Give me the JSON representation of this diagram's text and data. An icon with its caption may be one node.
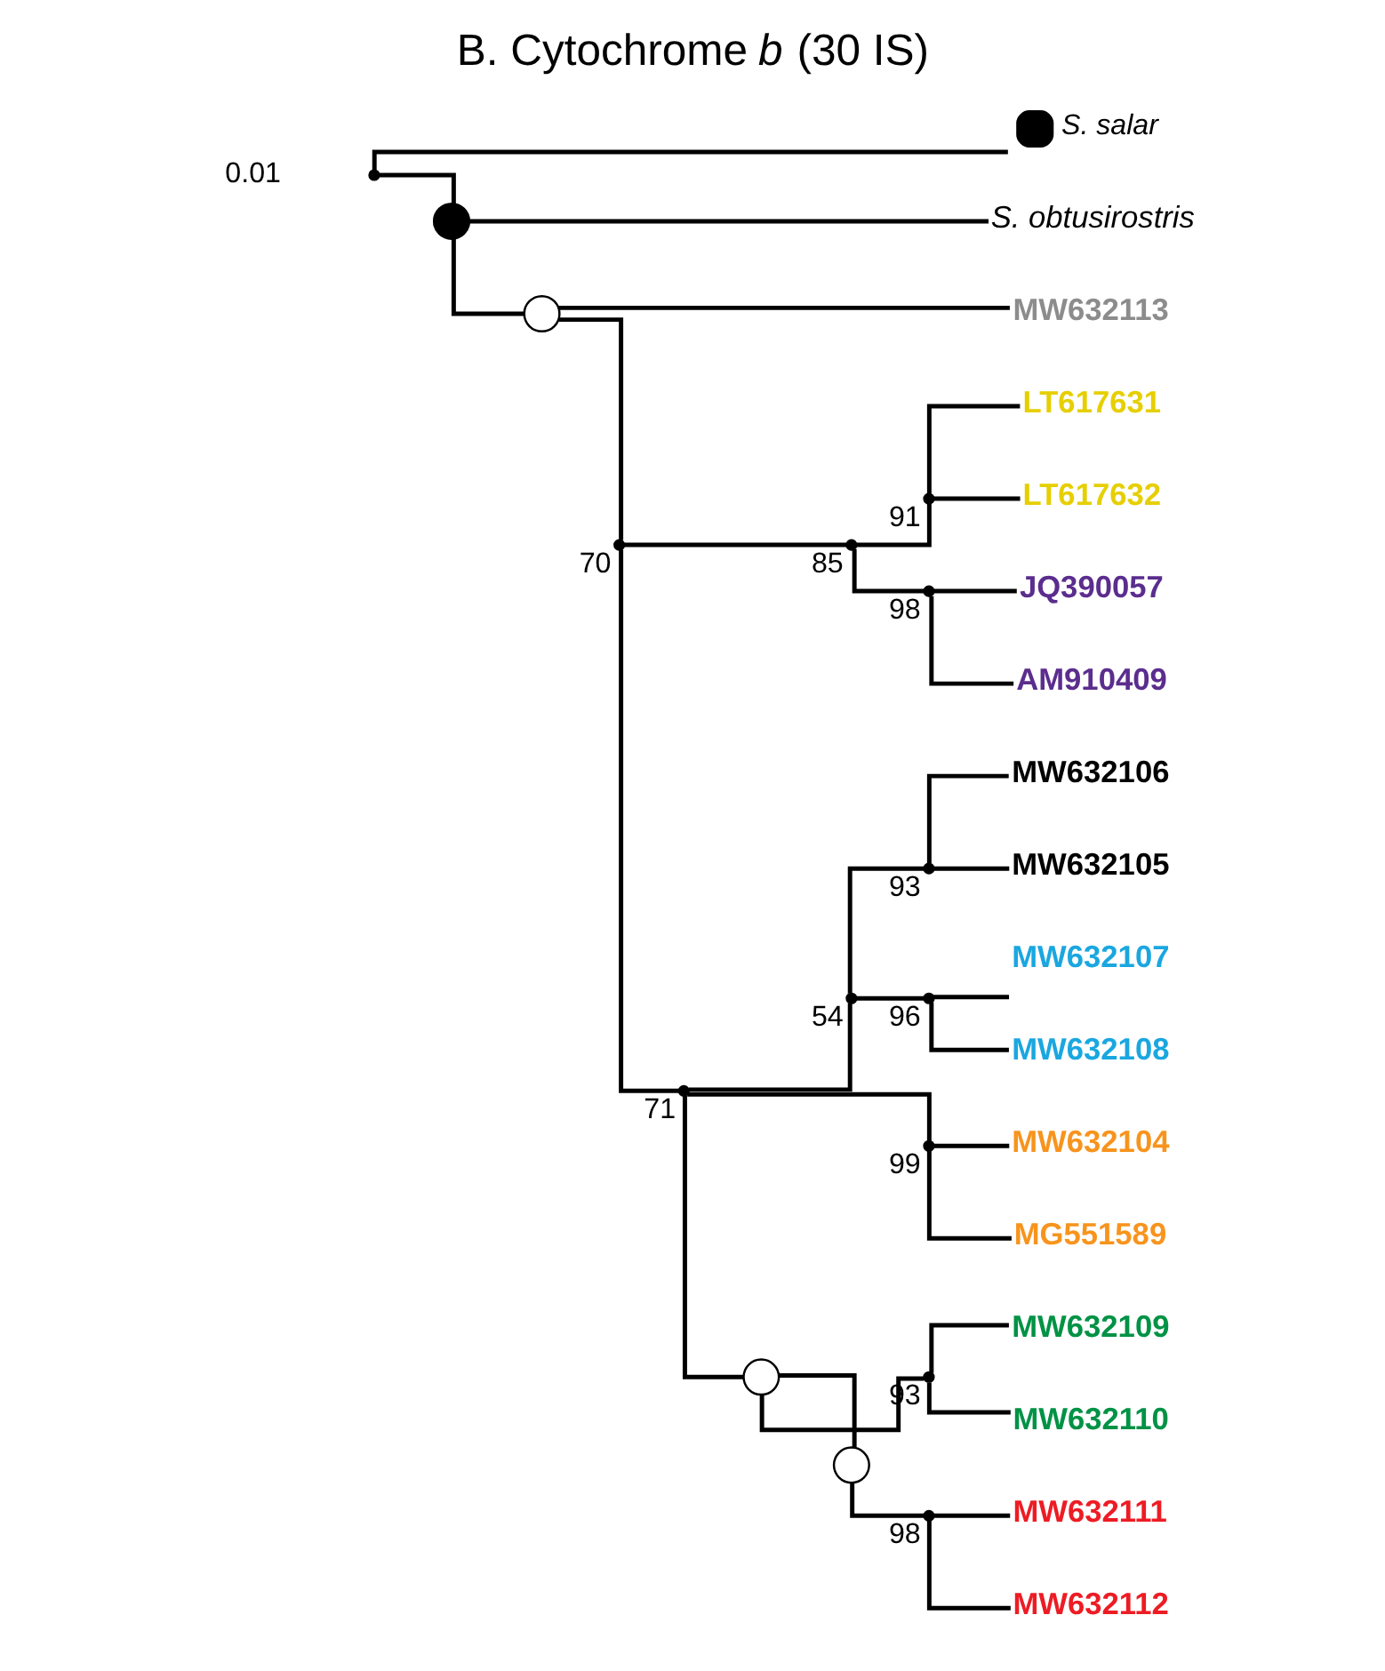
{
  "diagram": {
    "title": "B. Cytochrome *b* (30 IS)",
    "nodes": [
      {
        "text": [],
        "shape": "point"
      },
      {
        "text": [],
        "shape": "dot",
        "beside": [
          "S. salar"
        ]
      },
      {
        "text": [],
        "shape": "dot"
      },
      {
        "text": [
          "S. obtusirostris"
        ]
      },
      {
        "text": [],
        "shape": "circle"
      },
      {
        "text": [
          "MW632113"
        ]
      },
      {
        "text": [],
        "shape": "point",
        "beside": [
          "70"
        ]
      },
      {
        "text": [],
        "shape": "point",
        "beside": [
          "85"
        ]
      },
      {
        "text": [],
        "shape": "point",
        "beside": [
          "91"
        ]
      },
      {
        "text": [
          "LT617631"
        ]
      },
      {
        "text": [
          "LT617632"
        ]
      },
      {
        "text": [],
        "shape": "point",
        "beside": [
          "98"
        ]
      },
      {
        "text": [
          "JQ390057"
        ]
      },
      {
        "text": [
          "AM910409"
        ]
      },
      {
        "text": [],
        "shape": "point",
        "beside": [
          "71"
        ]
      },
      {
        "text": [],
        "shape": "point",
        "beside": [
          "54"
        ]
      },
      {
        "text": [],
        "shape": "point",
        "beside": [
          "93"
        ]
      },
      {
        "text": [
          "MW632106"
        ]
      },
      {
        "text": [
          "MW632105"
        ]
      },
      {
        "text": [],
        "shape": "point",
        "beside": [
          "96"
        ]
      },
      {
        "text": [
          "MW632107"
        ]
      },
      {
        "text": [
          "MW632108"
        ]
      },
      {
        "text": [],
        "shape": "point",
        "beside": [
          "99"
        ]
      },
      {
        "text": [
          "MW632104"
        ]
      },
      {
        "text": [
          "MG551589"
        ]
      },
      {
        "text": [],
        "shape": "circle"
      },
      {
        "text": [],
        "shape": "point",
        "beside": [
          "93"
        ]
      },
      {
        "text": [
          "MW632109"
        ]
      },
      {
        "text": [
          "MW632110"
        ]
      },
      {
        "text": [],
        "shape": "circle"
      },
      {
        "text": [],
        "shape": "point",
        "beside": [
          "98"
        ]
      },
      {
        "text": [
          "MW632111"
        ]
      },
      {
        "text": [
          "MW632112"
        ]
      }
    ],
    "edges": [
      {
        "from": 0,
        "to": 1,
        "arrow": "none"
      },
      {
        "from": 0,
        "to": 2,
        "arrow": "none"
      },
      {
        "from": 2,
        "to": 3,
        "arrow": "none"
      },
      {
        "from": 2,
        "to": 4,
        "arrow": "none"
      },
      {
        "from": 4,
        "to": 5,
        "arrow": "none"
      },
      {
        "from": 4,
        "to": 6,
        "arrow": "none"
      },
      {
        "from": 6,
        "to": 7,
        "arrow": "none"
      },
      {
        "from": 6,
        "to": 14,
        "arrow": "none"
      },
      {
        "from": 7,
        "to": 8,
        "arrow": "none"
      },
      {
        "from": 7,
        "to": 11,
        "arrow": "none"
      },
      {
        "from": 8,
        "to": 9,
        "arrow": "none"
      },
      {
        "from": 8,
        "to": 10,
        "arrow": "none"
      },
      {
        "from": 11,
        "to": 12,
        "arrow": "none"
      },
      {
        "from": 11,
        "to": 13,
        "arrow": "none"
      },
      {
        "from": 14,
        "to": 15,
        "arrow": "none"
      },
      {
        "from": 14,
        "to": 22,
        "arrow": "none"
      },
      {
        "from": 14,
        "to": 25,
        "arrow": "none"
      },
      {
        "from": 15,
        "to": 16,
        "arrow": "none"
      },
      {
        "from": 15,
        "to": 19,
        "arrow": "none"
      },
      {
        "from": 16,
        "to": 17,
        "arrow": "none"
      },
      {
        "from": 16,
        "to": 18,
        "arrow": "none"
      },
      {
        "from": 19,
        "to": 20,
        "arrow": "none"
      },
      {
        "from": 19,
        "to": 21,
        "arrow": "none"
      },
      {
        "from": 22,
        "to": 23,
        "arrow": "none"
      },
      {
        "from": 22,
        "to": 24,
        "arrow": "none"
      },
      {
        "from": 25,
        "to": 26,
        "arrow": "none"
      },
      {
        "from": 25,
        "to": 29,
        "arrow": "none"
      },
      {
        "from": 26,
        "to": 27,
        "arrow": "none"
      },
      {
        "from": 26,
        "to": 28,
        "arrow": "none"
      },
      {
        "from": 29,
        "to": 30,
        "arrow": "none"
      },
      {
        "from": 30,
        "to": 31,
        "arrow": "none"
      },
      {
        "from": 30,
        "to": 32,
        "arrow": "none"
      }
    ],
    "labels": [
      "0.01"
    ]
  }
}
